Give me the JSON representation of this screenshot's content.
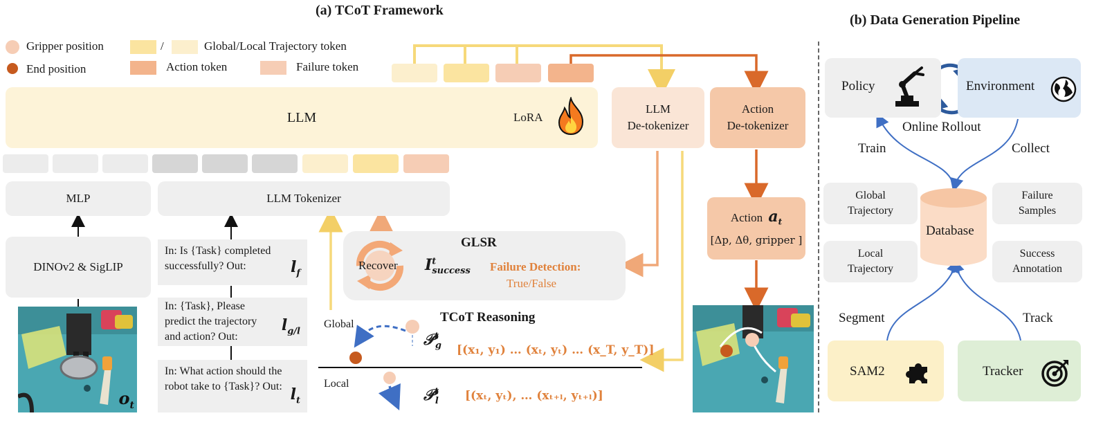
{
  "panel_a": {
    "title": "(a) TCoT Framework",
    "legend": {
      "gripper": "Gripper position",
      "end": "End position",
      "slash": "/",
      "traj": "Global/Local Trajectory token",
      "action": "Action token",
      "failure": "Failure token"
    },
    "llm": {
      "label": "LLM",
      "lora": "LoRA"
    },
    "llm_detok": {
      "line1": "LLM",
      "line2": "De-tokenizer"
    },
    "action_detok": {
      "line1": "Action",
      "line2": "De-tokenizer"
    },
    "mlp": "MLP",
    "tokenizer": "LLM Tokenizer",
    "encoder": "DINOv2 & SigLIP",
    "obs_symbol": "o",
    "obs_sub": "t",
    "prompts": {
      "p1": {
        "text": "In: Is {Task} completed successfully? Out:",
        "sym": "l",
        "sub": "f"
      },
      "p2": {
        "text": "In: {Task}, Please predict the trajectory and action? Out:",
        "sym": "l",
        "sub": "g/l"
      },
      "p3": {
        "text": "In: What action should the robot take to {Task}? Out:",
        "sym": "l",
        "sub": "t"
      }
    },
    "glsr": {
      "title": "GLSR",
      "recover": "Recover",
      "success_sym": "I",
      "success_sup": "t",
      "success_sub": "success",
      "failure_label": "Failure Detection:",
      "failure_value": "True/False"
    },
    "tcot": {
      "title": "TCoT Reasoning",
      "global": "Global",
      "local": "Local",
      "pg_sym": "𝒫",
      "pg_sup": "t",
      "pg_sub": "g",
      "pl_sym": "𝒫",
      "pl_sup": "t",
      "pl_sub": "l",
      "global_seq": "[(x₁, y₁) … (xₜ, yₜ) … (x_T, y_T)]",
      "local_seq": "[(xₜ, yₜ), … (xₜ₊ₗ, yₜ₊ₗ)]"
    },
    "action_box": {
      "label": "Action",
      "sym": "a",
      "sub": "t",
      "vec": "[Δp, Δθ, gripper ]"
    }
  },
  "panel_b": {
    "title": "(b) Data Generation Pipeline",
    "policy": "Policy",
    "environment": "Environment",
    "online_rollout": "Online Rollout",
    "train": "Train",
    "collect": "Collect",
    "database": "Database",
    "global_traj": {
      "line1": "Global",
      "line2": "Trajectory"
    },
    "local_traj": {
      "line1": "Local",
      "line2": "Trajectory"
    },
    "failure_samples": {
      "line1": "Failure",
      "line2": "Samples"
    },
    "success_annotation": {
      "line1": "Success",
      "line2": "Annotation"
    },
    "segment": "Segment",
    "track": "Track",
    "sam2": "SAM2",
    "tracker": "Tracker"
  },
  "colors": {
    "traj_global": "#fbe4a0",
    "traj_local": "#fcefcd",
    "action": "#f3b48c",
    "failure": "#f6cdb5",
    "llm_bg": "#fdf3d8",
    "orange_line": "#d9692a",
    "yellow_line": "#f6d97a",
    "blue_line": "#3f6fc4"
  }
}
